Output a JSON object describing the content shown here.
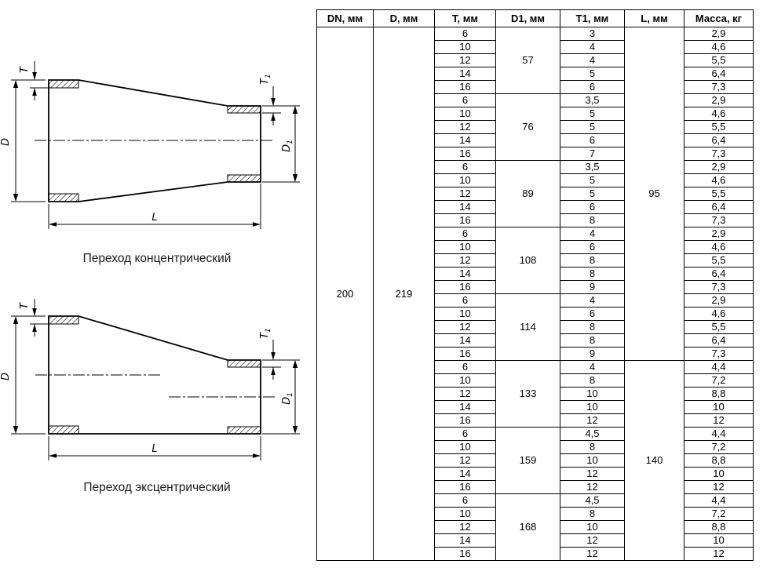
{
  "captions": {
    "concentric": "Переход концентрический",
    "eccentric": "Переход эксцентрический"
  },
  "drawing_labels": {
    "t": "T",
    "d": "D",
    "t1_base": "T",
    "t1_sub": "1",
    "d1_base": "D",
    "d1_sub": "1",
    "l": "L"
  },
  "table": {
    "headers": [
      "DN, мм",
      "D, мм",
      "T, мм",
      "D1, мм",
      "T1, мм",
      "L, мм",
      "Масса, кг"
    ],
    "dn": "200",
    "d": "219",
    "l_spans": [
      {
        "value": "95",
        "rows": 25
      },
      {
        "value": "140",
        "rows": 15
      }
    ],
    "groups": [
      {
        "d1": "57",
        "rows": [
          {
            "t": "6",
            "t1": "3",
            "mass": "2,9"
          },
          {
            "t": "10",
            "t1": "4",
            "mass": "4,6"
          },
          {
            "t": "12",
            "t1": "4",
            "mass": "5,5"
          },
          {
            "t": "14",
            "t1": "5",
            "mass": "6,4"
          },
          {
            "t": "16",
            "t1": "6",
            "mass": "7,3"
          }
        ]
      },
      {
        "d1": "76",
        "rows": [
          {
            "t": "6",
            "t1": "3,5",
            "mass": "2,9"
          },
          {
            "t": "10",
            "t1": "5",
            "mass": "4,6"
          },
          {
            "t": "12",
            "t1": "5",
            "mass": "5,5"
          },
          {
            "t": "14",
            "t1": "6",
            "mass": "6,4"
          },
          {
            "t": "16",
            "t1": "7",
            "mass": "7,3"
          }
        ]
      },
      {
        "d1": "89",
        "rows": [
          {
            "t": "6",
            "t1": "3,5",
            "mass": "2,9"
          },
          {
            "t": "10",
            "t1": "5",
            "mass": "4,6"
          },
          {
            "t": "12",
            "t1": "5",
            "mass": "5,5"
          },
          {
            "t": "14",
            "t1": "6",
            "mass": "6,4"
          },
          {
            "t": "16",
            "t1": "8",
            "mass": "7,3"
          }
        ]
      },
      {
        "d1": "108",
        "rows": [
          {
            "t": "6",
            "t1": "4",
            "mass": "2,9"
          },
          {
            "t": "10",
            "t1": "6",
            "mass": "4,6"
          },
          {
            "t": "12",
            "t1": "8",
            "mass": "5,5"
          },
          {
            "t": "14",
            "t1": "8",
            "mass": "6,4"
          },
          {
            "t": "16",
            "t1": "9",
            "mass": "7,3"
          }
        ]
      },
      {
        "d1": "114",
        "rows": [
          {
            "t": "6",
            "t1": "4",
            "mass": "2,9"
          },
          {
            "t": "10",
            "t1": "6",
            "mass": "4,6"
          },
          {
            "t": "12",
            "t1": "8",
            "mass": "5,5"
          },
          {
            "t": "14",
            "t1": "8",
            "mass": "6,4"
          },
          {
            "t": "16",
            "t1": "9",
            "mass": "7,3"
          }
        ]
      },
      {
        "d1": "133",
        "rows": [
          {
            "t": "6",
            "t1": "4",
            "mass": "4,4"
          },
          {
            "t": "10",
            "t1": "8",
            "mass": "7,2"
          },
          {
            "t": "12",
            "t1": "10",
            "mass": "8,8"
          },
          {
            "t": "14",
            "t1": "10",
            "mass": "10"
          },
          {
            "t": "16",
            "t1": "12",
            "mass": "12"
          }
        ]
      },
      {
        "d1": "159",
        "rows": [
          {
            "t": "6",
            "t1": "4,5",
            "mass": "4,4"
          },
          {
            "t": "10",
            "t1": "8",
            "mass": "7,2"
          },
          {
            "t": "12",
            "t1": "10",
            "mass": "8,8"
          },
          {
            "t": "14",
            "t1": "12",
            "mass": "10"
          },
          {
            "t": "16",
            "t1": "12",
            "mass": "12"
          }
        ]
      },
      {
        "d1": "168",
        "rows": [
          {
            "t": "6",
            "t1": "4,5",
            "mass": "4,4"
          },
          {
            "t": "10",
            "t1": "8",
            "mass": "7,2"
          },
          {
            "t": "12",
            "t1": "10",
            "mass": "8,8"
          },
          {
            "t": "14",
            "t1": "12",
            "mass": "10"
          },
          {
            "t": "16",
            "t1": "12",
            "mass": "12"
          }
        ]
      }
    ]
  }
}
